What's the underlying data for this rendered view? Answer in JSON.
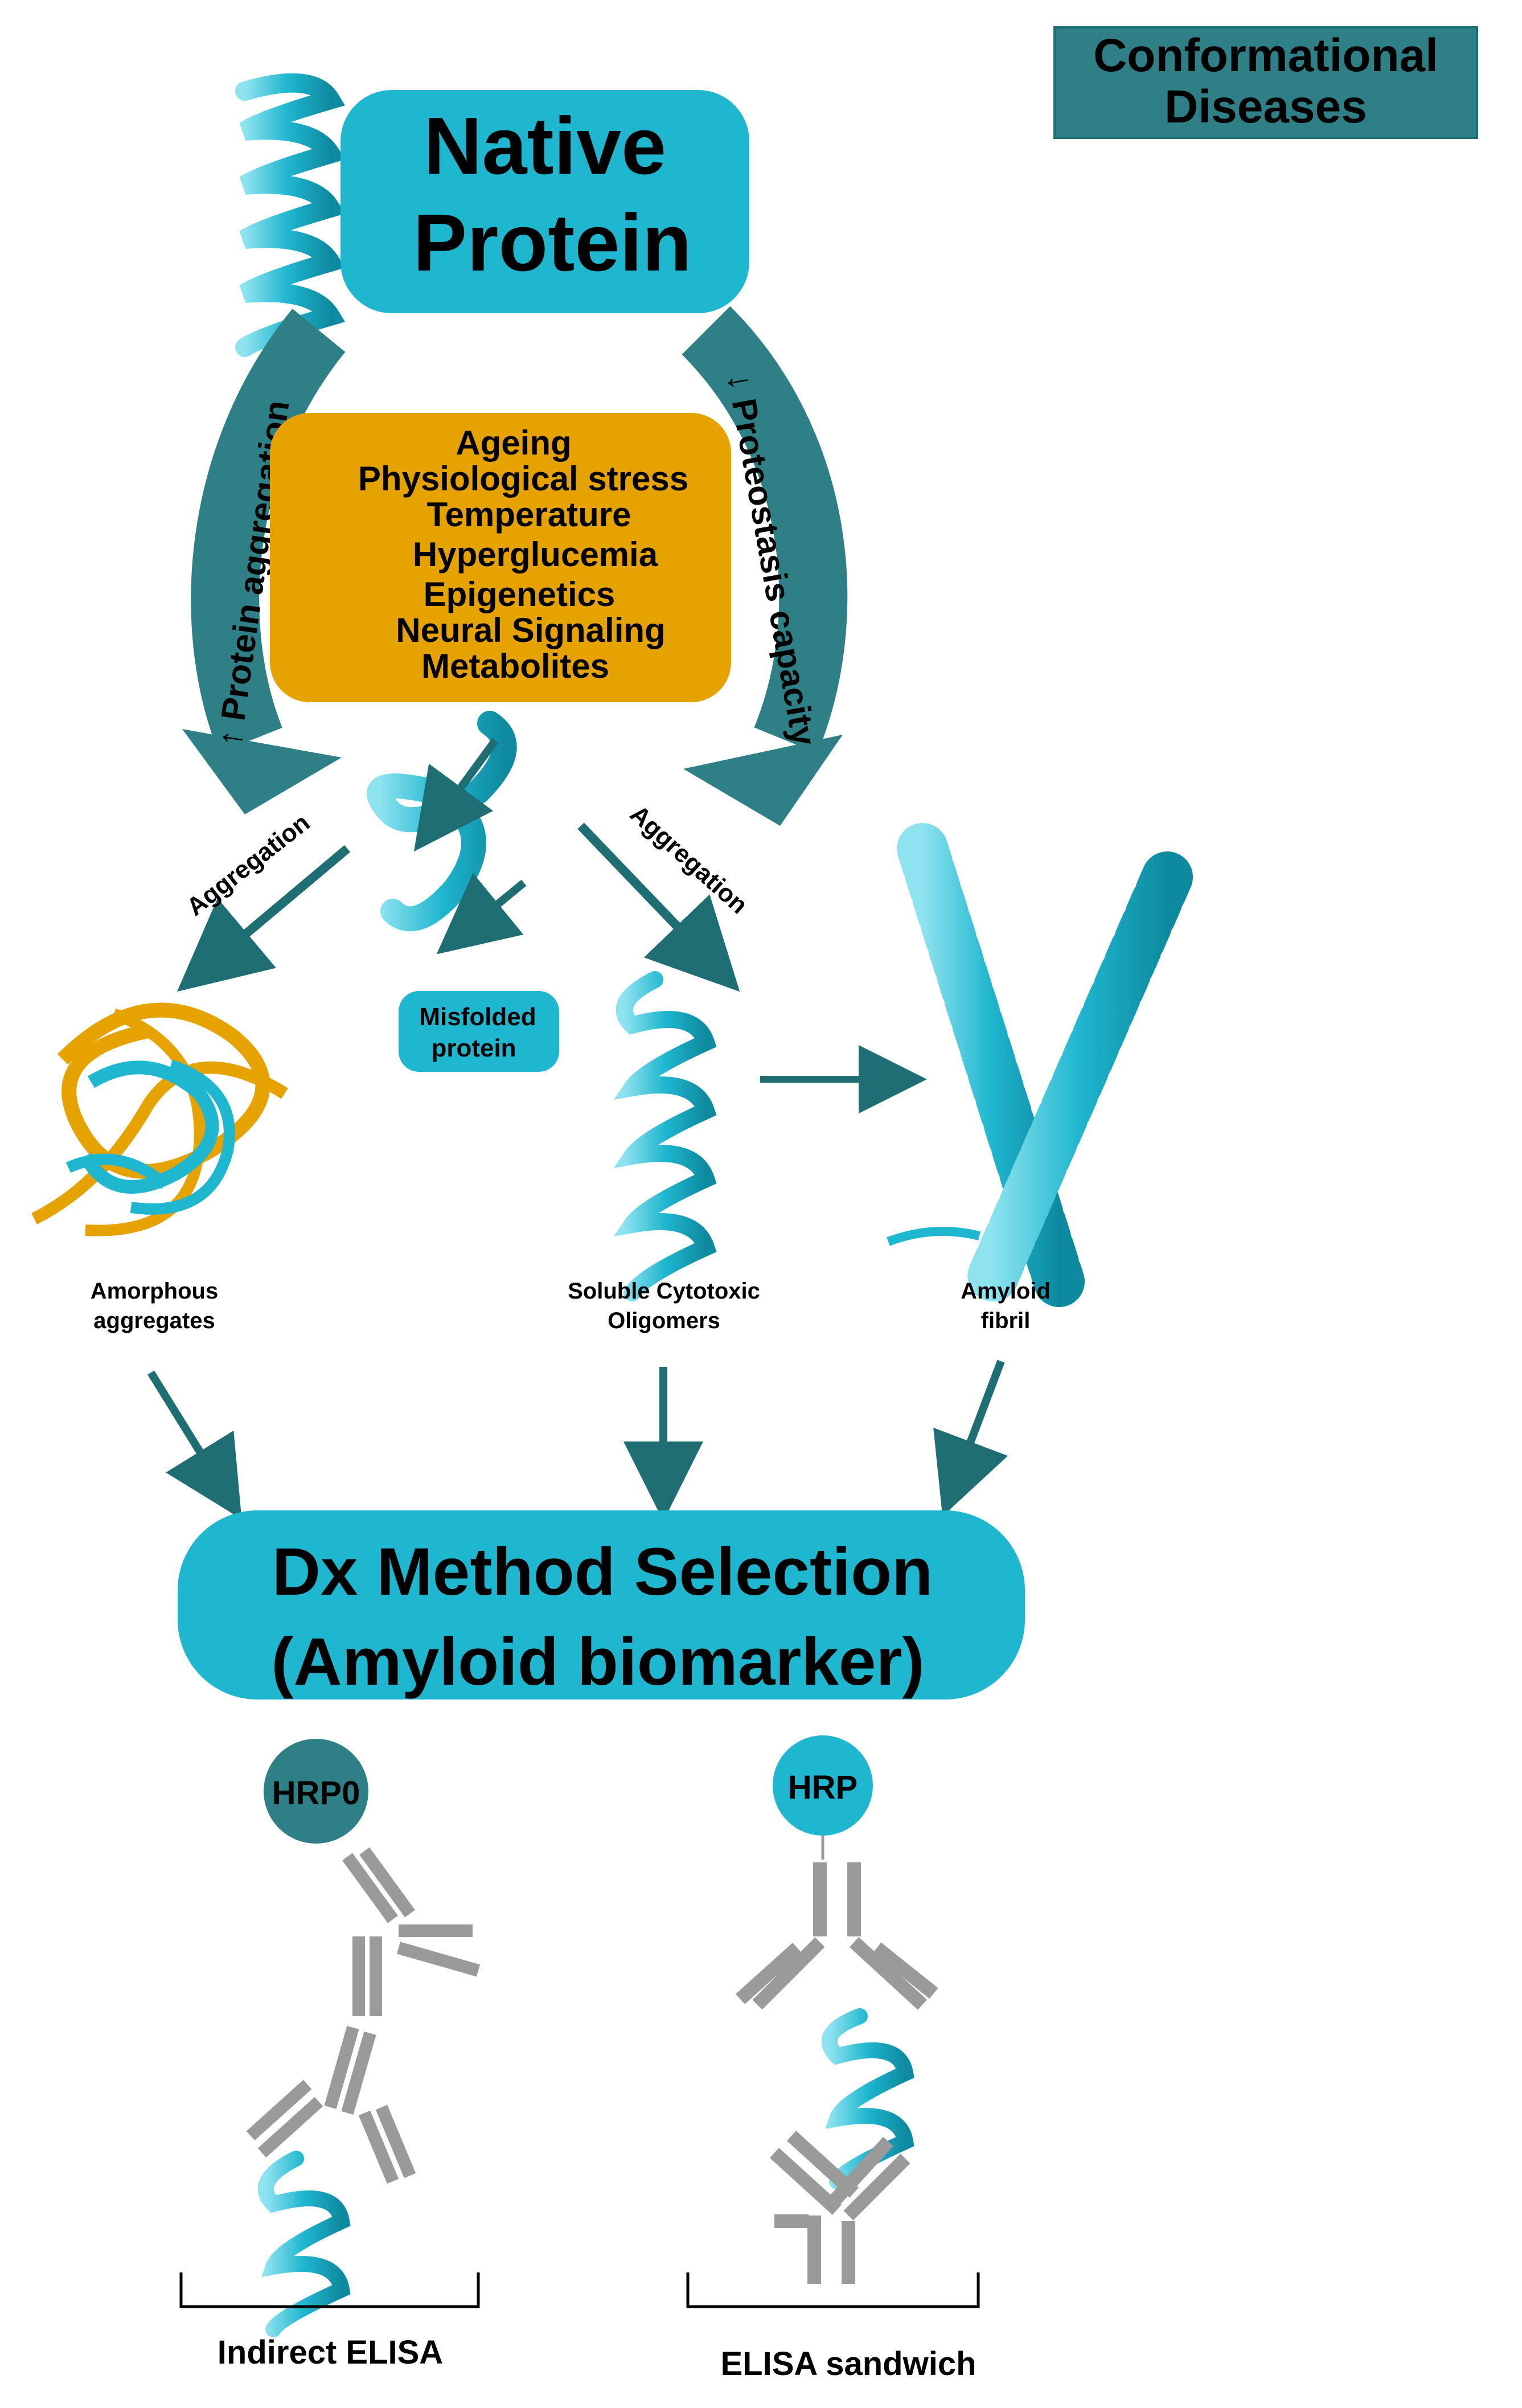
{
  "title": {
    "line1": "Conformational",
    "line2": "Diseases"
  },
  "native_protein": {
    "line1": "Native",
    "line2": "Protein"
  },
  "arrows": {
    "left_label": "↑ Protein aggregation",
    "right_label": "↓ Proteostasis capacity",
    "aggregation_left": "Aggregation",
    "aggregation_right": "Aggregation"
  },
  "factors": [
    "Ageing",
    "Physiological stress",
    "Temperature",
    "Hyperglucemia",
    "Epigenetics",
    "Neural Signaling",
    "Metabolites"
  ],
  "misfolded": {
    "line1": "Misfolded",
    "line2": "protein"
  },
  "states": {
    "amorphous": {
      "line1": "Amorphous",
      "line2": "aggregates"
    },
    "oligomers": {
      "line1": "Soluble Cytotoxic",
      "line2": "Oligomers"
    },
    "fibril": {
      "line1": "Amyloid",
      "line2": "fibril"
    }
  },
  "dx": {
    "line1": "Dx Method Selection",
    "line2": "(Amyloid biomarker)"
  },
  "elisa": {
    "indirect_label": "Indirect ELISA",
    "indirect_hrp": "HRP0",
    "sandwich_label": "ELISA sandwich",
    "sandwich_hrp": "HRP"
  },
  "colors": {
    "teal_dark": "#2e7f86",
    "cyan": "#1fb6cf",
    "orange": "#e6a300",
    "arrow": "#1f6e74",
    "grey": "#9a9a9a"
  }
}
